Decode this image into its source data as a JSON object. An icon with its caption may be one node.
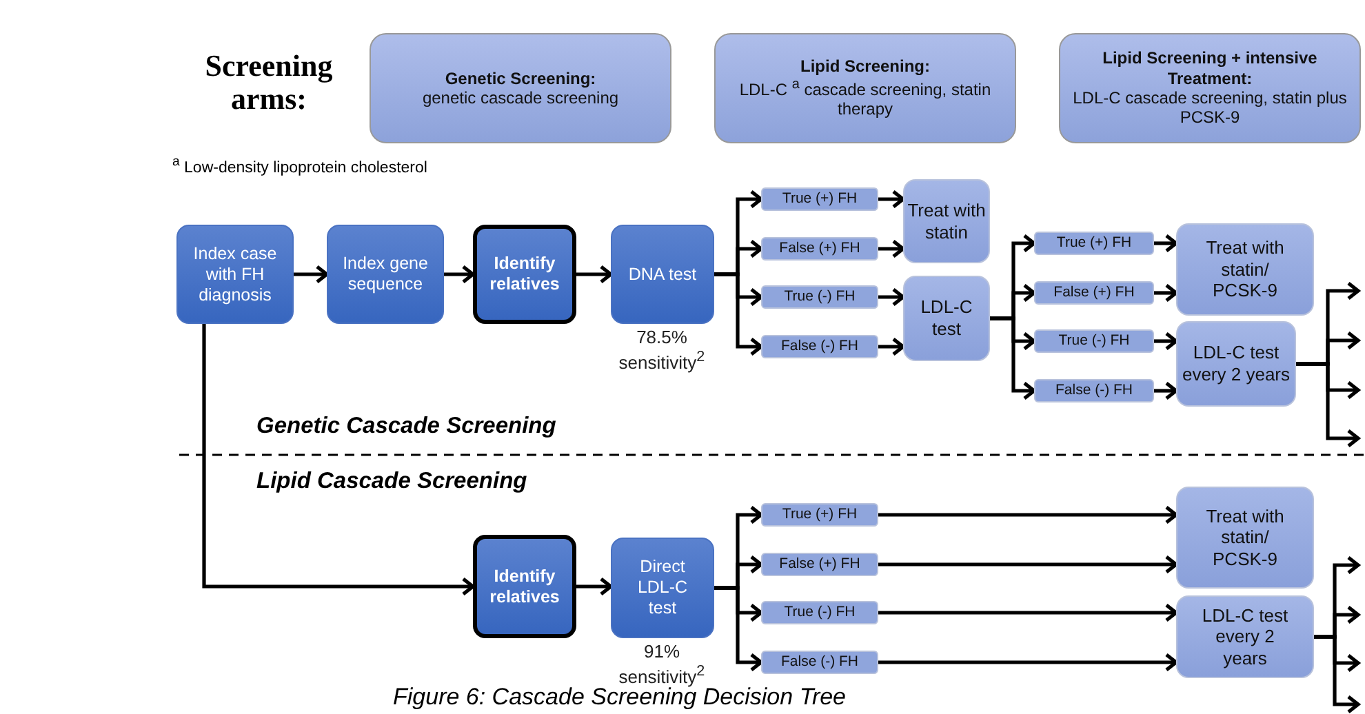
{
  "diagram": {
    "caption": "Figure 6: Cascade Screening Decision Tree",
    "nodes": [
      {
        "text": [
          "Genetic Screening:",
          "genetic cascade screening"
        ]
      },
      {
        "text": [
          "Lipid Screening:",
          "LDL-C $^{a}$ cascade screening, statin therapy"
        ]
      },
      {
        "text": [
          "Lipid Screening + intensive Treatment:",
          "LDL-C cascade screening, statin plus PCSK-9"
        ]
      },
      {
        "text": [
          "Index case with FH diagnosis"
        ]
      },
      {
        "text": [
          "Index gene sequence"
        ]
      },
      {
        "text": [
          "Identify relatives"
        ]
      },
      {
        "text": [
          "DNA test"
        ],
        "beside": [
          "78.5% sensitivity$^{2}$"
        ]
      },
      {
        "text": [
          "True (+) FH"
        ]
      },
      {
        "text": [
          "False (+) FH"
        ]
      },
      {
        "text": [
          "True (-) FH"
        ]
      },
      {
        "text": [
          "False (-) FH"
        ]
      },
      {
        "text": [
          "Treat with statin"
        ]
      },
      {
        "text": [
          "LDL-C test"
        ]
      },
      {
        "text": [
          "True (+) FH"
        ]
      },
      {
        "text": [
          "False (+) FH"
        ]
      },
      {
        "text": [
          "True (-) FH"
        ]
      },
      {
        "text": [
          "False (-) FH"
        ]
      },
      {
        "text": [
          "Treat with statin/ PCSK-9"
        ]
      },
      {
        "text": [
          "LDL-C test every 2 years"
        ]
      },
      {
        "text": [
          "Identify relatives"
        ]
      },
      {
        "text": [
          "Direct LDL-C test"
        ],
        "beside": [
          "91% sensitivity$^{2}$"
        ]
      },
      {
        "text": [
          "True (+) FH"
        ]
      },
      {
        "text": [
          "False (+) FH"
        ]
      },
      {
        "text": [
          "True (-) FH"
        ]
      },
      {
        "text": [
          "False (-) FH"
        ]
      },
      {
        "text": [
          "Treat with statin/ PCSK-9"
        ]
      },
      {
        "text": [
          "LDL-C test every 2 years"
        ]
      }
    ],
    "edges": [
      {
        "from": 3,
        "to": 4,
        "arrow": "to"
      },
      {
        "from": 4,
        "to": 5,
        "arrow": "to"
      },
      {
        "from": 5,
        "to": 6,
        "arrow": "to"
      },
      {
        "from": 6,
        "to": 7,
        "arrow": "to"
      },
      {
        "from": 6,
        "to": 8,
        "arrow": "to"
      },
      {
        "from": 6,
        "to": 9,
        "arrow": "to"
      },
      {
        "from": 6,
        "to": 10,
        "arrow": "to"
      },
      {
        "from": 7,
        "to": 11,
        "arrow": "to"
      },
      {
        "from": 8,
        "to": 11,
        "arrow": "to"
      },
      {
        "from": 9,
        "to": 12,
        "arrow": "to"
      },
      {
        "from": 10,
        "to": 12,
        "arrow": "to"
      },
      {
        "from": 12,
        "to": 13,
        "arrow": "to"
      },
      {
        "from": 12,
        "to": 14,
        "arrow": "to"
      },
      {
        "from": 12,
        "to": 15,
        "arrow": "to"
      },
      {
        "from": 12,
        "to": 16,
        "arrow": "to"
      },
      {
        "from": 13,
        "to": 17,
        "arrow": "to"
      },
      {
        "from": 14,
        "to": 17,
        "arrow": "to"
      },
      {
        "from": 15,
        "to": 18,
        "arrow": "to"
      },
      {
        "from": 16,
        "to": 18,
        "arrow": "to"
      },
      {
        "from": 18,
        "to": null,
        "arrow": "to"
      },
      {
        "from": 18,
        "to": null,
        "arrow": "to"
      },
      {
        "from": 18,
        "to": null,
        "arrow": "to"
      },
      {
        "from": 18,
        "to": null,
        "arrow": "to"
      },
      {
        "from": 3,
        "to": 19,
        "arrow": "to"
      },
      {
        "from": 19,
        "to": 20,
        "arrow": "to"
      },
      {
        "from": 20,
        "to": 21,
        "arrow": "to"
      },
      {
        "from": 20,
        "to": 22,
        "arrow": "to"
      },
      {
        "from": 20,
        "to": 23,
        "arrow": "to"
      },
      {
        "from": 20,
        "to": 24,
        "arrow": "to"
      },
      {
        "from": 21,
        "to": 25,
        "arrow": "to"
      },
      {
        "from": 22,
        "to": 25,
        "arrow": "to"
      },
      {
        "from": 23,
        "to": 26,
        "arrow": "to"
      },
      {
        "from": 24,
        "to": 26,
        "arrow": "to"
      },
      {
        "from": 26,
        "to": null,
        "arrow": "to"
      },
      {
        "from": 26,
        "to": null,
        "arrow": "to"
      },
      {
        "from": 26,
        "to": null,
        "arrow": "to"
      },
      {
        "from": 26,
        "to": null,
        "arrow": "to"
      }
    ],
    "labels": [
      "Screening arms:",
      "$^{a}$ Low-density lipoprotein cholesterol",
      "Genetic Cascade Screening",
      "Lipid Cascade Screening"
    ]
  }
}
